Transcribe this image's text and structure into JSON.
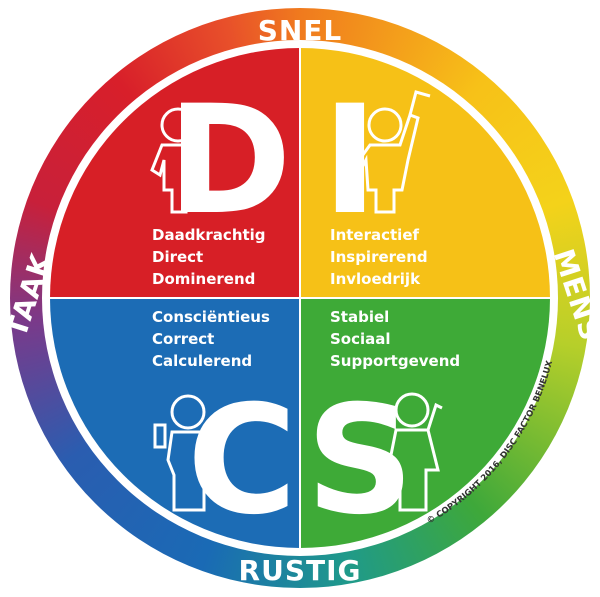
{
  "ring_labels": {
    "top": "SNEL",
    "right": "MENS",
    "bottom": "RUSTIG",
    "left": "TAAK"
  },
  "quadrants": [
    {
      "letter": "D",
      "color": "#d71f26",
      "traits": [
        "Daadkrachtig",
        "Direct",
        "Dominerend"
      ]
    },
    {
      "letter": "I",
      "color": "#f6c117",
      "traits": [
        "Interactief",
        "Inspirerend",
        "Invloedrijk"
      ]
    },
    {
      "letter": "C",
      "color": "#1c6cb5",
      "traits": [
        "Consciëntieus",
        "Correct",
        "Calculerend"
      ]
    },
    {
      "letter": "S",
      "color": "#3eaa37",
      "traits": [
        "Stabiel",
        "Sociaal",
        "Supportgevend"
      ]
    }
  ],
  "copyright": "© COPYRIGHT 2016, DISC FACTOR BENELUX"
}
